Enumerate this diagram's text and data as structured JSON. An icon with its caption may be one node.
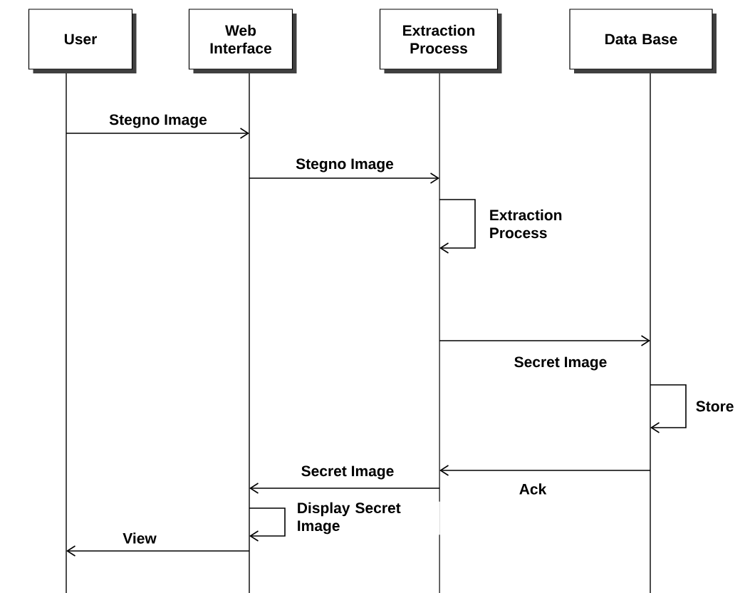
{
  "diagram": {
    "nodes": [
      {
        "text": [
          "User"
        ]
      },
      {
        "text": [
          "Web Interface"
        ]
      },
      {
        "text": [
          "Extraction Process"
        ]
      },
      {
        "text": [
          "Data Base"
        ]
      }
    ],
    "edges": [
      {
        "from": 0,
        "to": 1,
        "arrow": "to",
        "label": "Stegno Image"
      },
      {
        "from": 1,
        "to": 2,
        "arrow": "to",
        "label": "Stegno Image"
      },
      {
        "from": 2,
        "to": 2,
        "arrow": "to",
        "label": "Extraction Process"
      },
      {
        "from": 2,
        "to": 3,
        "arrow": "to",
        "label": "Secret Image"
      },
      {
        "from": 3,
        "to": 3,
        "arrow": "to",
        "label": "Store"
      },
      {
        "from": 3,
        "to": 2,
        "arrow": "to",
        "label": "Ack"
      },
      {
        "from": 2,
        "to": 1,
        "arrow": "to",
        "label": "Secret Image"
      },
      {
        "from": 1,
        "to": 1,
        "arrow": "to",
        "label": "Display Secret Image"
      },
      {
        "from": 1,
        "to": 0,
        "arrow": "to",
        "label": "View"
      }
    ]
  }
}
